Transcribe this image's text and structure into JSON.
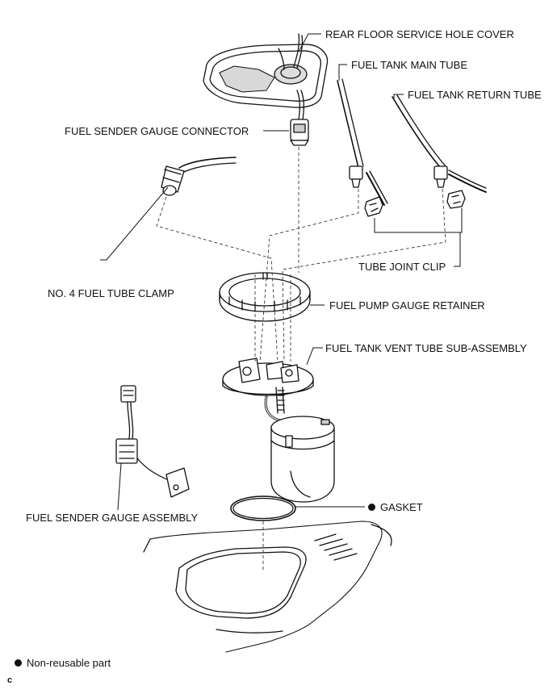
{
  "labels": {
    "rear_floor_service_hole_cover": "REAR FLOOR SERVICE HOLE COVER",
    "fuel_tank_main_tube": "FUEL TANK MAIN TUBE",
    "fuel_tank_return_tube": "FUEL TANK RETURN TUBE",
    "fuel_sender_gauge_connector": "FUEL SENDER GAUGE CONNECTOR",
    "tube_joint_clip": "TUBE JOINT CLIP",
    "no4_fuel_tube_clamp": "NO. 4 FUEL TUBE CLAMP",
    "fuel_pump_gauge_retainer": "FUEL PUMP GAUGE RETAINER",
    "fuel_tank_vent_tube_sub_assembly": "FUEL TANK VENT TUBE SUB-ASSEMBLY",
    "fuel_sender_gauge_assembly": "FUEL SENDER GAUGE ASSEMBLY",
    "gasket": "GASKET"
  },
  "legend": {
    "non_reusable": "Non-reusable part"
  },
  "footer": {
    "code": "c"
  },
  "colors": {
    "ink": "#111111",
    "paper": "#ffffff",
    "shade": "#cfcfcf"
  }
}
